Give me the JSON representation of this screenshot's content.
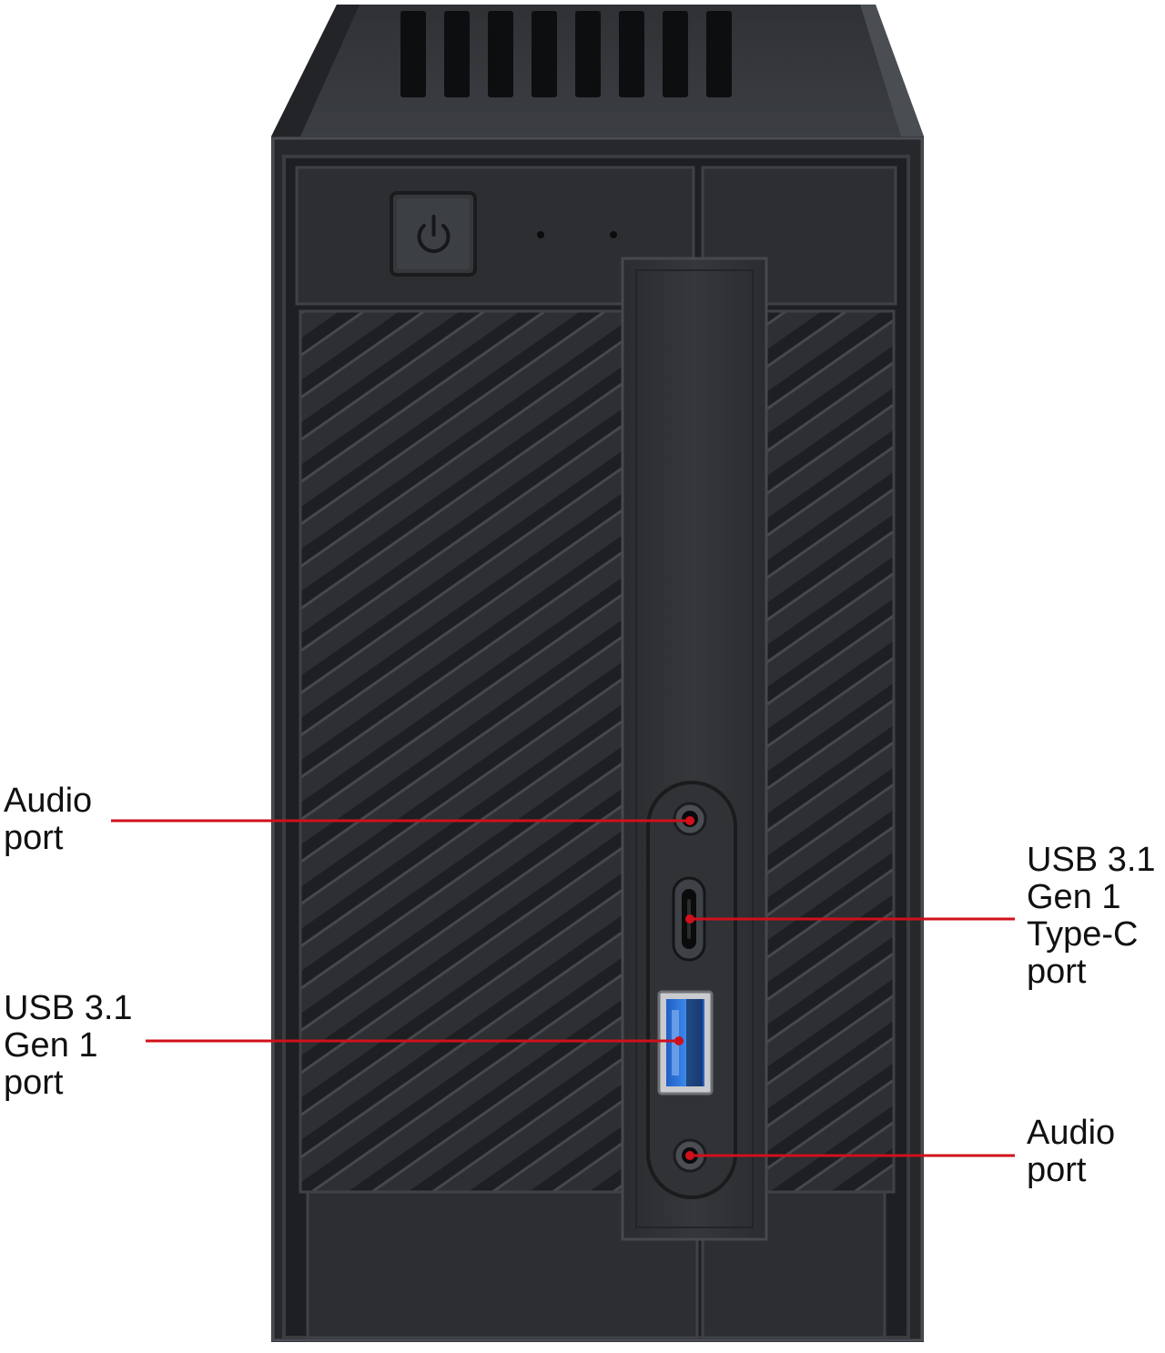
{
  "colors": {
    "background": "#ffffff",
    "case_body": "#2b2d30",
    "case_dark": "#1c1d1f",
    "case_edge": "#3a3c40",
    "leader_line": "#d0101b",
    "usb_blue": "#2a6fd6"
  },
  "icons": {
    "power_button": "power-icon"
  },
  "callouts": [
    {
      "id": "audio-left",
      "label": "Audio\nport",
      "side": "left"
    },
    {
      "id": "usb-c",
      "label": "USB 3.1\nGen 1\nType-C\nport",
      "side": "right"
    },
    {
      "id": "usb-a",
      "label": "USB 3.1\nGen 1\nport",
      "side": "left"
    },
    {
      "id": "audio-right",
      "label": "Audio\nport",
      "side": "right"
    }
  ]
}
